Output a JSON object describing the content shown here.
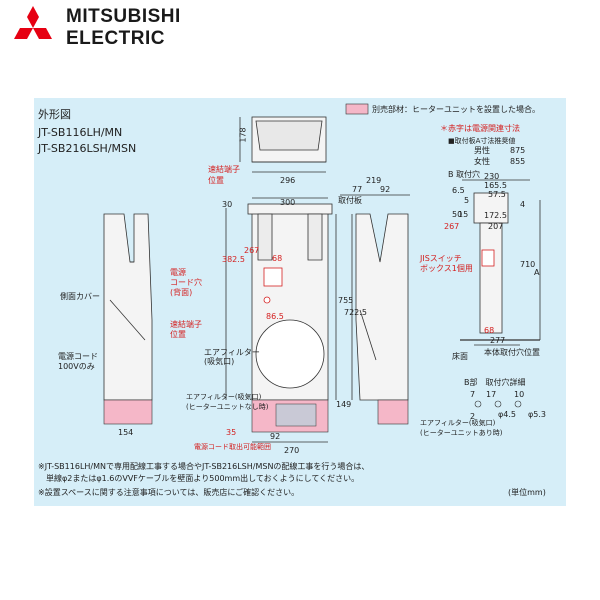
{
  "brand": {
    "line1": "MITSUBISHI",
    "line2": "ELECTRIC"
  },
  "section_title": "外形図",
  "models": [
    "JT-SB116LH/MN",
    "JT-SB216LSH/MSN"
  ],
  "legend": {
    "text": "別売部材：ヒーターユニットを設置した場合。",
    "color": "#f5b7c8"
  },
  "red_note": "＊赤字は電源関連寸法",
  "mount_table": {
    "header": "■取付板A寸法推奨値",
    "rows": [
      {
        "label": "男性",
        "value": "875"
      },
      {
        "label": "女性",
        "value": "855"
      }
    ]
  },
  "labels": {
    "quick_conn_1": "速結端子",
    "position": "位置",
    "mount_plate": "取付板",
    "side_cover": "側面カバー",
    "power_cord_1": "電源コード",
    "power_cord_2": "100Vのみ",
    "power_hole_1": "電源",
    "power_hole_2": "コード穴",
    "power_hole_3": "(背面)",
    "quick_conn_2": "速結端子",
    "air_filter_1": "エアフィルター",
    "air_filter_2": "(吸気口)",
    "air_filter_heater_1": "エアフィルター(吸気口)",
    "air_filter_heater_2": "(ヒーターユニットなし時)",
    "air_filter_right_1": "エアフィルター(吸気口)",
    "air_filter_right_2": "(ヒーターユニットあり時)",
    "cord_range": "電源コード取出可能範囲",
    "b_mount_hole": "B 取付穴",
    "jis_switch_1": "JISスイッチ",
    "jis_switch_2": "ボックス1個用",
    "floor": "床面",
    "body_hole_pos": "本体取付穴位置",
    "b_detail": "B部　取付穴詳細",
    "a": "A",
    "unit": "(単位mm)"
  },
  "dims": {
    "d178": "178",
    "d296": "296",
    "d219": "219",
    "d77": "77",
    "d92": "92",
    "d30": "30",
    "d300": "300",
    "d3825": "382.5",
    "d267": "267",
    "d68": "68",
    "d755": "755",
    "d7225": "722.5",
    "d865": "86.5",
    "d149": "149",
    "d154": "154",
    "d35": "35",
    "d92b": "92",
    "d270": "270",
    "d230": "230",
    "d1655": "165.5",
    "d575": "57.5",
    "d50": "50",
    "d65": "6.5",
    "d1725": "172.5",
    "d207": "207",
    "d15": "15",
    "d5": "5",
    "d4": "4",
    "d267r": "267",
    "d710": "710",
    "d68r": "68",
    "d277": "277",
    "d7": "7",
    "d17": "17",
    "d10": "10",
    "d2": "2",
    "phi45": "φ4.5",
    "phi53": "φ5.3"
  },
  "footnotes": [
    "※JT-SB116LH/MNで専用配線工事する場合やJT-SB216LSH/MSNの配線工事を行う場合は、",
    "　単線φ2またはφ1.6のVVFケーブルを壁面より500mm出しておくようにしてください。",
    "※設置スペースに関する注意事項については、販売店にご確認ください。"
  ]
}
